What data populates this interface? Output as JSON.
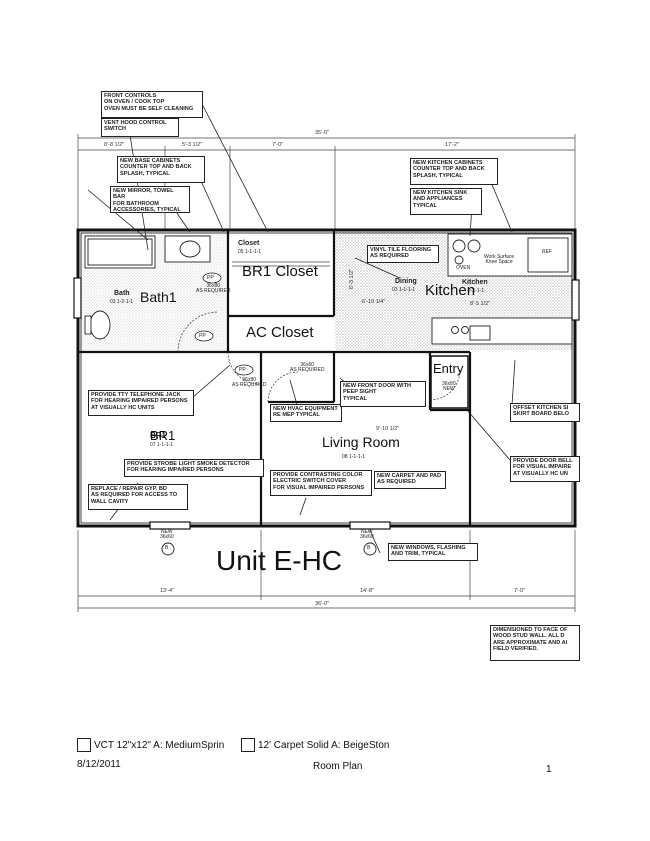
{
  "plan": {
    "overall_dim": "35'-0\"",
    "top_dims": [
      "8'-8 1/2\"",
      "5'-3 1/2\"",
      "7'-0\"",
      "17'-2\""
    ],
    "bottom_dims": [
      "13'-4\"",
      "14'-8\"",
      "7'-0\""
    ],
    "overall_dim_bottom": "36'-0\"",
    "title": "Unit E-HC",
    "rooms": {
      "closet": "BR1 Closet",
      "bath": "Bath1",
      "kitchen": "Kitchen",
      "ac_closet": "AC Closet",
      "entry": "Entry",
      "bedroom": "BR1",
      "living": "Living Room"
    },
    "room_tags": {
      "closet_label": "Closet",
      "closet_code": "05 1-1-1-1",
      "bath_label": "Bath",
      "bath_code": "03 1-2-1-1",
      "dining_label": "Dining",
      "dining_code": "03 1-1-1-1",
      "kitchen_label": "Kitchen",
      "kitchen_code": "2-1-1-1",
      "bedroom_label": "BR1",
      "bedroom_code": "07 1-1-1-1",
      "living_code": "08 1-1-1-1",
      "oven": "OVEN",
      "ref": "REF",
      "work_surface": "Work Surface\nKnee Space",
      "kitchen_dim": "6'-10 1/4\"",
      "kitchen_dim2": "8'-5 1/2\"",
      "ctr_dim": "6'-3 1/2\"",
      "living_dim": "9'-10 1/2\""
    },
    "notes": {
      "front_controls": "FRONT CONTROLS\nON OVEN / COOK TOP\nOVEN MUST BE SELF CLEANING",
      "vent_hood": "VENT HOOD CONTROL\nSWITCH",
      "base_cabinets": "NEW BASE CABINETS\nCOUNTER TOP AND BACK\nSPLASH, TYPICAL",
      "mirror": "NEW MIRROR, TOWEL BAR\nFOR BATHROOM\nACCESSORIES, TYPICAL",
      "kitchen_cabinets": "NEW KITCHEN CABINETS\nCOUNTER TOP AND BACK\nSPLASH, TYPICAL",
      "kitchen_sink": "NEW KITCHEN SINK\nAND APPLIANCES\nTYPICAL",
      "vinyl_tile": "VINYL TILE FLOORING\nAS REQUIRED",
      "tty": "PROVIDE TTY TELEPHONE JACK\nFOR HEARING IMPAIRED PERSONS\nAT VISUALLY HC UNITS",
      "hvac": "NEW HVAC EQUIPMENT\nRE MEP TYPICAL",
      "front_door": "NEW FRONT DOOR WITH\nPEEP SIGHT\nTYPICAL",
      "offset_kitchen": "OFFSET KITCHEN SI\nSKIRT BOARD BELO",
      "strobe": "PROVIDE STROBE LIGHT SMOKE DETECTOR\nFOR HEARING IMPAIRED PERSONS",
      "switch_cover": "PROVIDE CONTRASTING COLOR\nELECTRIC SWITCH COVER\nFOR VISUAL IMPAIRED PERSONS",
      "carpet": "NEW CARPET AND PAD\nAS REQUIRED",
      "door_bell": "PROVIDE DOOR BELL\nFOR VISUAL IMPAIRE\nAT VISUALLY HC UN",
      "gyp": "REPLACE / REPAIR GYP. BD\nAS REQUIRED FOR ACCESS TO\nWALL CAVITY",
      "windows": "NEW WINDOWS, FLASHING\nAND TRIM, TYPICAL",
      "dimensioned": "DIMENSIONED TO FACE OF\nWOOD STUD WALL. ALL D\nARE APPROXIMATE AND AI\nFIELD VERIFIED."
    },
    "window_tags": {
      "w1": "NEW\n36x60",
      "w2": "NEW\n36x60",
      "marker1": "B",
      "marker2": "B"
    },
    "door_tags": {
      "bath_door": "36x80\nAS REQUIRED",
      "closet_door": "36x80\nAS REQUIRED",
      "bed_door": "36x60\nAS REQUIRED",
      "entry_door": "36x80\nNEW",
      "pp1": "PP",
      "pp2": "PP",
      "pp3": "PP"
    }
  },
  "legend": {
    "item1": "VCT  12\"x12\"  A: MediumSprin",
    "item2": "12' Carpet Solid A: BeigeSton"
  },
  "footer": {
    "date": "8/12/2011",
    "title": "Room Plan",
    "page": "1"
  }
}
